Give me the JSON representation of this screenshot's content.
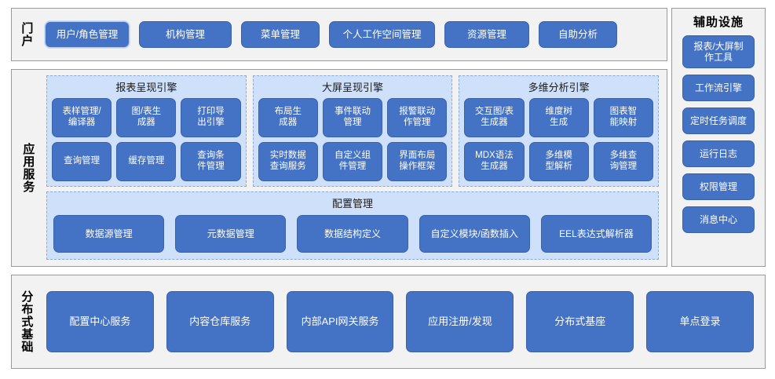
{
  "colors": {
    "button_fill": "#4472c4",
    "panel_bg": "#f2f2f2",
    "group_bg": "#cfe0fa",
    "border": "#9a9a9a",
    "dashed_border": "#8ea9d2"
  },
  "portal": {
    "tier_label": "门户",
    "items": [
      {
        "label": "用户/角色管理"
      },
      {
        "label": "机构管理"
      },
      {
        "label": "菜单管理"
      },
      {
        "label": "个人工作空间管理"
      },
      {
        "label": "资源管理"
      },
      {
        "label": "自助分析"
      }
    ]
  },
  "aux": {
    "title": "辅助设施",
    "items": [
      {
        "label": "报表/大屏制\n作工具"
      },
      {
        "label": "工作流引擎"
      },
      {
        "label": "定时任务调度"
      },
      {
        "label": "运行日志"
      },
      {
        "label": "权限管理"
      },
      {
        "label": "消息中心"
      }
    ]
  },
  "app_services": {
    "tier_label": "应用服务",
    "engines": [
      {
        "title": "报表呈现引擎",
        "items": [
          {
            "label": "表样管理/\n编译器"
          },
          {
            "label": "图/表生\n成器"
          },
          {
            "label": "打印导\n出引擎"
          },
          {
            "label": "查询管理"
          },
          {
            "label": "缓存管理"
          },
          {
            "label": "查询条\n件管理"
          }
        ]
      },
      {
        "title": "大屏呈现引擎",
        "items": [
          {
            "label": "布局生\n成器"
          },
          {
            "label": "事件联动\n管理"
          },
          {
            "label": "报警联动\n作管理"
          },
          {
            "label": "实时数据\n查询服务"
          },
          {
            "label": "自定义组\n件管理"
          },
          {
            "label": "界面布局\n操作框架"
          }
        ]
      },
      {
        "title": "多维分析引擎",
        "items": [
          {
            "label": "交互图/表\n生成器"
          },
          {
            "label": "维度树\n生成"
          },
          {
            "label": "图表智\n能映射"
          },
          {
            "label": "MDX语法\n生成器"
          },
          {
            "label": "多维模\n型解析"
          },
          {
            "label": "多维查\n询管理"
          }
        ]
      }
    ],
    "config": {
      "title": "配置管理",
      "items": [
        {
          "label": "数据源管理"
        },
        {
          "label": "元数据管理"
        },
        {
          "label": "数据结构定义"
        },
        {
          "label": "自定义模块/函数插入"
        },
        {
          "label": "EEL表达式解析器"
        }
      ]
    }
  },
  "distributed": {
    "tier_label": "分布式基础",
    "items": [
      {
        "label": "配置中心服务"
      },
      {
        "label": "内容仓库服务"
      },
      {
        "label": "内部API网关服务"
      },
      {
        "label": "应用注册/发现"
      },
      {
        "label": "分布式基座"
      },
      {
        "label": "单点登录"
      }
    ]
  }
}
